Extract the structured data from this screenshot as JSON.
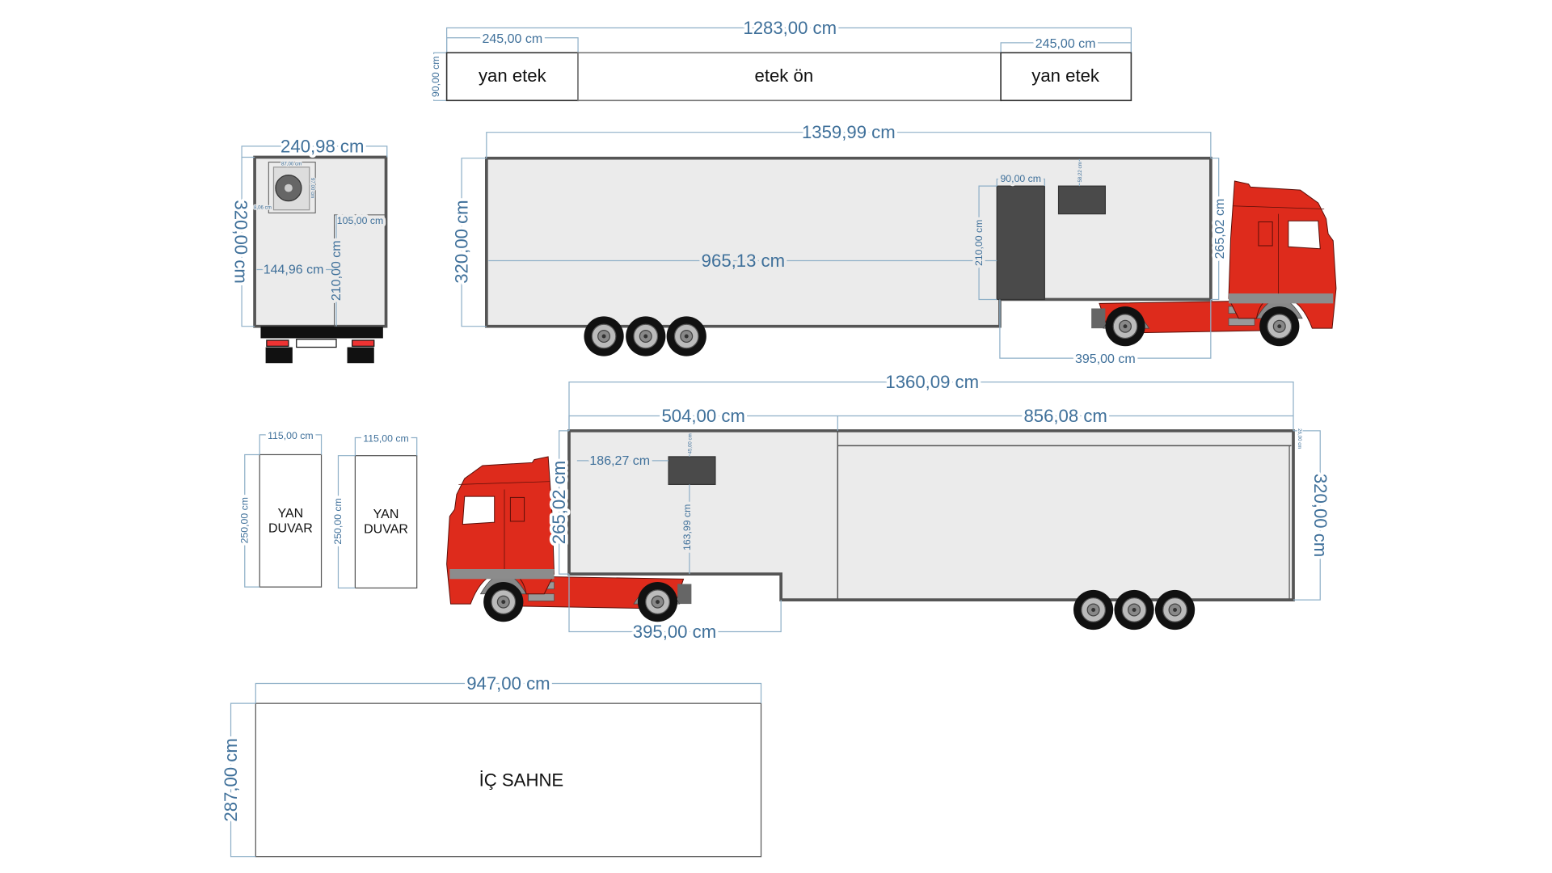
{
  "colors": {
    "dimension": "#3f709a",
    "cab": "#de2b1c",
    "trailer_fill": "#ebebeb",
    "trailer_stroke": "#555555",
    "window": "#4a4a4a"
  },
  "skirt": {
    "total": "1283,00 cm",
    "left_width": "245,00 cm",
    "right_width": "245,00 cm",
    "height": "90,00 cm",
    "left_label": "yan etek",
    "center_label": "etek ön",
    "right_label": "yan etek"
  },
  "rear_view": {
    "width": "240,98 cm",
    "height": "320,00 cm",
    "ac_width": "87,00 cm",
    "ac_height": "97,00 cm",
    "ac_offset": "8,06 cm",
    "door_width": "105,00 cm",
    "door_height": "210,00 cm",
    "door_offset": "144,96 cm"
  },
  "side_view_right": {
    "length": "1359,99 cm",
    "height": "320,00 cm",
    "door_offset": "965,13 cm",
    "door_width": "90,00 cm",
    "door_height": "210,00 cm",
    "window_top": "58,22 cm",
    "front_height": "265,02 cm",
    "gooseneck_length": "395,00 cm"
  },
  "side_view_left": {
    "length": "1360,09 cm",
    "front_section": "504,00 cm",
    "rear_section": "856,08 cm",
    "front_height": "265,02 cm",
    "window_offset": "186,27 cm",
    "window_bottom": "163,99 cm",
    "window_top": "45,00 cm",
    "height": "320,00 cm",
    "roof_offset": "26,00 cm",
    "gooseneck_length": "395,00 cm"
  },
  "side_walls": [
    {
      "width": "115,00 cm",
      "height": "250,00 cm",
      "label_line1": "YAN",
      "label_line2": "DUVAR"
    },
    {
      "width": "115,00 cm",
      "height": "250,00 cm",
      "label_line1": "YAN",
      "label_line2": "DUVAR"
    }
  ],
  "stage": {
    "width": "947,00 cm",
    "height": "287,00 cm",
    "label": "İÇ SAHNE"
  }
}
